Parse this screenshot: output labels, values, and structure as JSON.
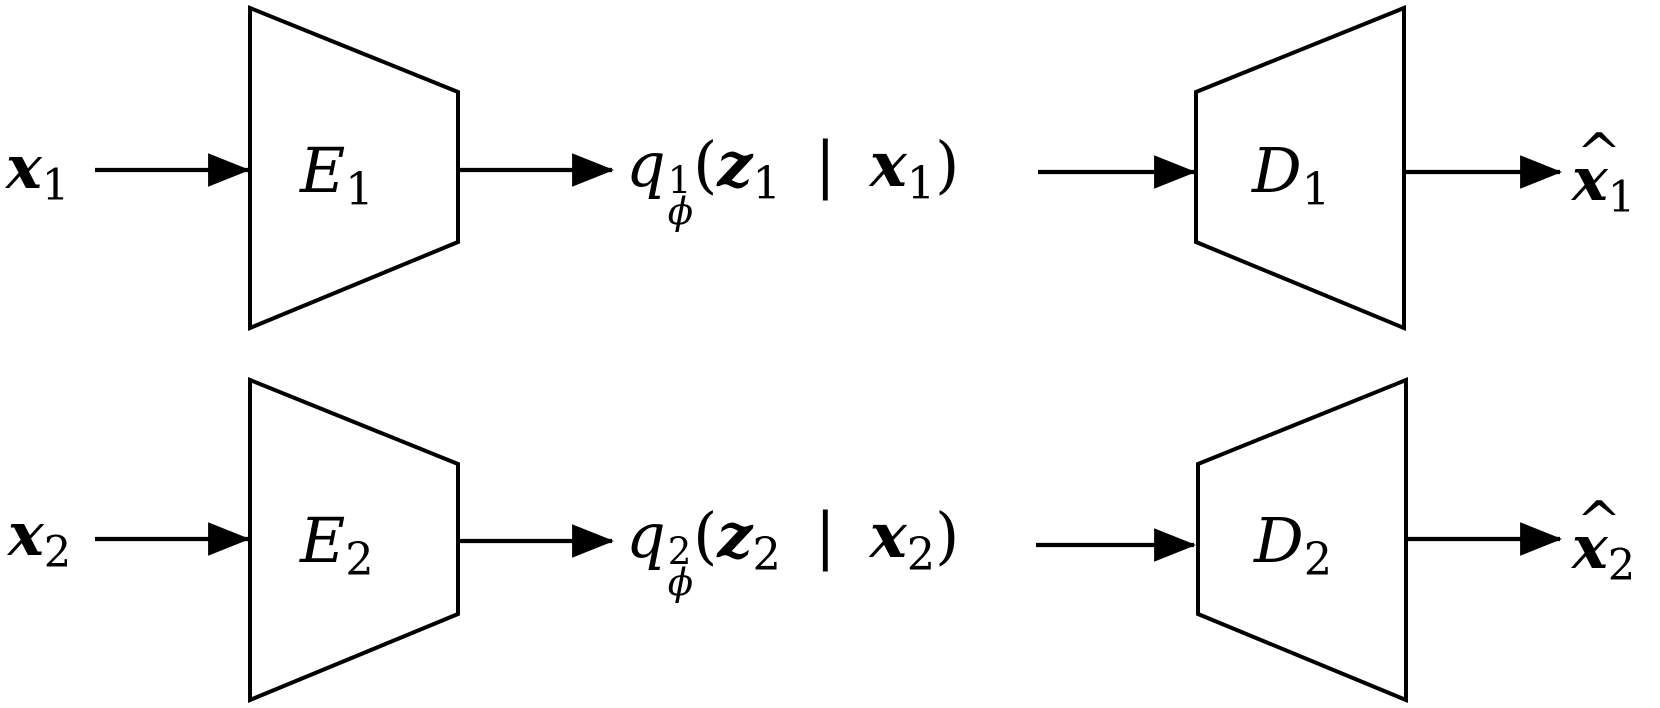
{
  "rows": [
    {
      "input": {
        "base": "x",
        "sub": "1"
      },
      "encoder": {
        "base": "E",
        "sub": "1"
      },
      "posterior": {
        "func": "q",
        "sup": "1",
        "param": "ϕ",
        "open": "(",
        "latent": "z",
        "latent_sub": "1",
        "bar": "|",
        "cond": "x",
        "cond_sub": "1",
        "close": ")"
      },
      "decoder": {
        "base": "D",
        "sub": "1"
      },
      "output": {
        "base": "x",
        "hat": "^",
        "sub": "1"
      }
    },
    {
      "input": {
        "base": "x",
        "sub": "2"
      },
      "encoder": {
        "base": "E",
        "sub": "2"
      },
      "posterior": {
        "func": "q",
        "sup": "2",
        "param": "ϕ",
        "open": "(",
        "latent": "z",
        "latent_sub": "2",
        "bar": "|",
        "cond": "x",
        "cond_sub": "2",
        "close": ")"
      },
      "decoder": {
        "base": "D",
        "sub": "2"
      },
      "output": {
        "base": "x",
        "hat": "^",
        "sub": "2"
      }
    }
  ]
}
